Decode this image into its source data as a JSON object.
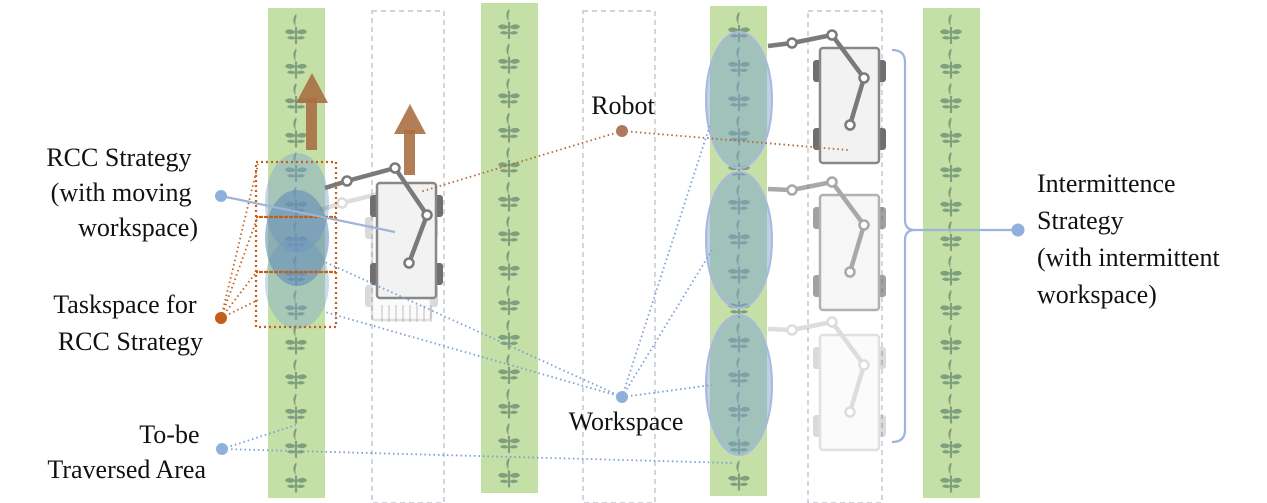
{
  "labels": {
    "rcc_strategy": [
      "RCC Strategy",
      "(with moving",
      "workspace)"
    ],
    "taskspace": [
      "Taskspace for",
      "RCC Strategy"
    ],
    "to_be_traversed": [
      "To-be",
      "Traversed Area"
    ],
    "robot": "Robot",
    "workspace": "Workspace",
    "intermittence": [
      "Intermittence",
      "Strategy",
      "(with intermittent",
      "workspace)"
    ]
  },
  "colors": {
    "crop_row": "#c4e0a6",
    "plant": "#7f9f7f",
    "workspace_fill": "#7ea4cf",
    "workspace_stroke": "#a9b8de",
    "robot_leader": "#b06a3a",
    "workspace_leader": "#7a9fd6",
    "taskspace_box": "#c2601a",
    "arrow": "#a87044",
    "robot_body": "#888888"
  }
}
